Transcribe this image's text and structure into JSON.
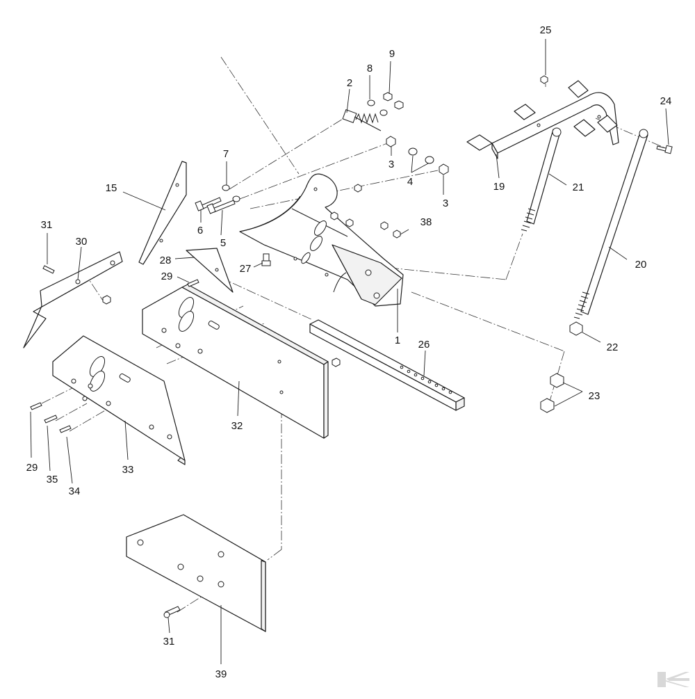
{
  "diagram": {
    "callouts": [
      {
        "id": "c1",
        "text": "1"
      },
      {
        "id": "c2",
        "text": "2"
      },
      {
        "id": "c3a",
        "text": "3"
      },
      {
        "id": "c3b",
        "text": "3"
      },
      {
        "id": "c4",
        "text": "4"
      },
      {
        "id": "c5",
        "text": "5"
      },
      {
        "id": "c6",
        "text": "6"
      },
      {
        "id": "c7",
        "text": "7"
      },
      {
        "id": "c8",
        "text": "8"
      },
      {
        "id": "c9",
        "text": "9"
      },
      {
        "id": "c15",
        "text": "15"
      },
      {
        "id": "c19",
        "text": "19"
      },
      {
        "id": "c20",
        "text": "20"
      },
      {
        "id": "c21",
        "text": "21"
      },
      {
        "id": "c22",
        "text": "22"
      },
      {
        "id": "c23",
        "text": "23"
      },
      {
        "id": "c24",
        "text": "24"
      },
      {
        "id": "c25",
        "text": "25"
      },
      {
        "id": "c26",
        "text": "26"
      },
      {
        "id": "c27",
        "text": "27"
      },
      {
        "id": "c28",
        "text": "28"
      },
      {
        "id": "c29a",
        "text": "29"
      },
      {
        "id": "c29b",
        "text": "29"
      },
      {
        "id": "c30",
        "text": "30"
      },
      {
        "id": "c31a",
        "text": "31"
      },
      {
        "id": "c31b",
        "text": "31"
      },
      {
        "id": "c32",
        "text": "32"
      },
      {
        "id": "c33",
        "text": "33"
      },
      {
        "id": "c34",
        "text": "34"
      },
      {
        "id": "c35",
        "text": "35"
      },
      {
        "id": "c38",
        "text": "38"
      },
      {
        "id": "c39",
        "text": "39"
      }
    ]
  },
  "logo": {
    "icon": "brand-logo-icon"
  }
}
